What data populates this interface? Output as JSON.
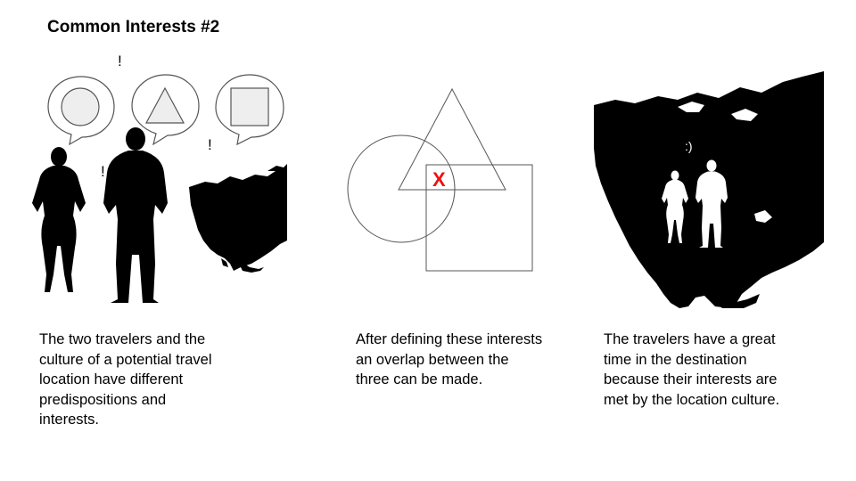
{
  "slide": {
    "title": "Common Interests #2"
  },
  "panel1": {
    "exclamations": [
      "!",
      "!",
      "!"
    ],
    "bubbles": [
      {
        "shape": "circle"
      },
      {
        "shape": "triangle"
      },
      {
        "shape": "square"
      }
    ],
    "caption": "The two travelers and the\nculture of a potential travel\nlocation have different\npredispositions and\ninterests."
  },
  "panel2": {
    "overlap_mark": "X",
    "overlap_mark_color": "#ee1111",
    "caption": "After defining these interests\nan overlap between the\nthree can be made."
  },
  "panel3": {
    "smiley": ":)",
    "caption": "The travelers have a great\ntime in the destination\nbecause their interests are\nmet by the location culture."
  },
  "colors": {
    "bubble_fill": "#ffffff",
    "shape_fill": "#eeeeee",
    "outline": "#555555",
    "silhouette": "#000000"
  }
}
